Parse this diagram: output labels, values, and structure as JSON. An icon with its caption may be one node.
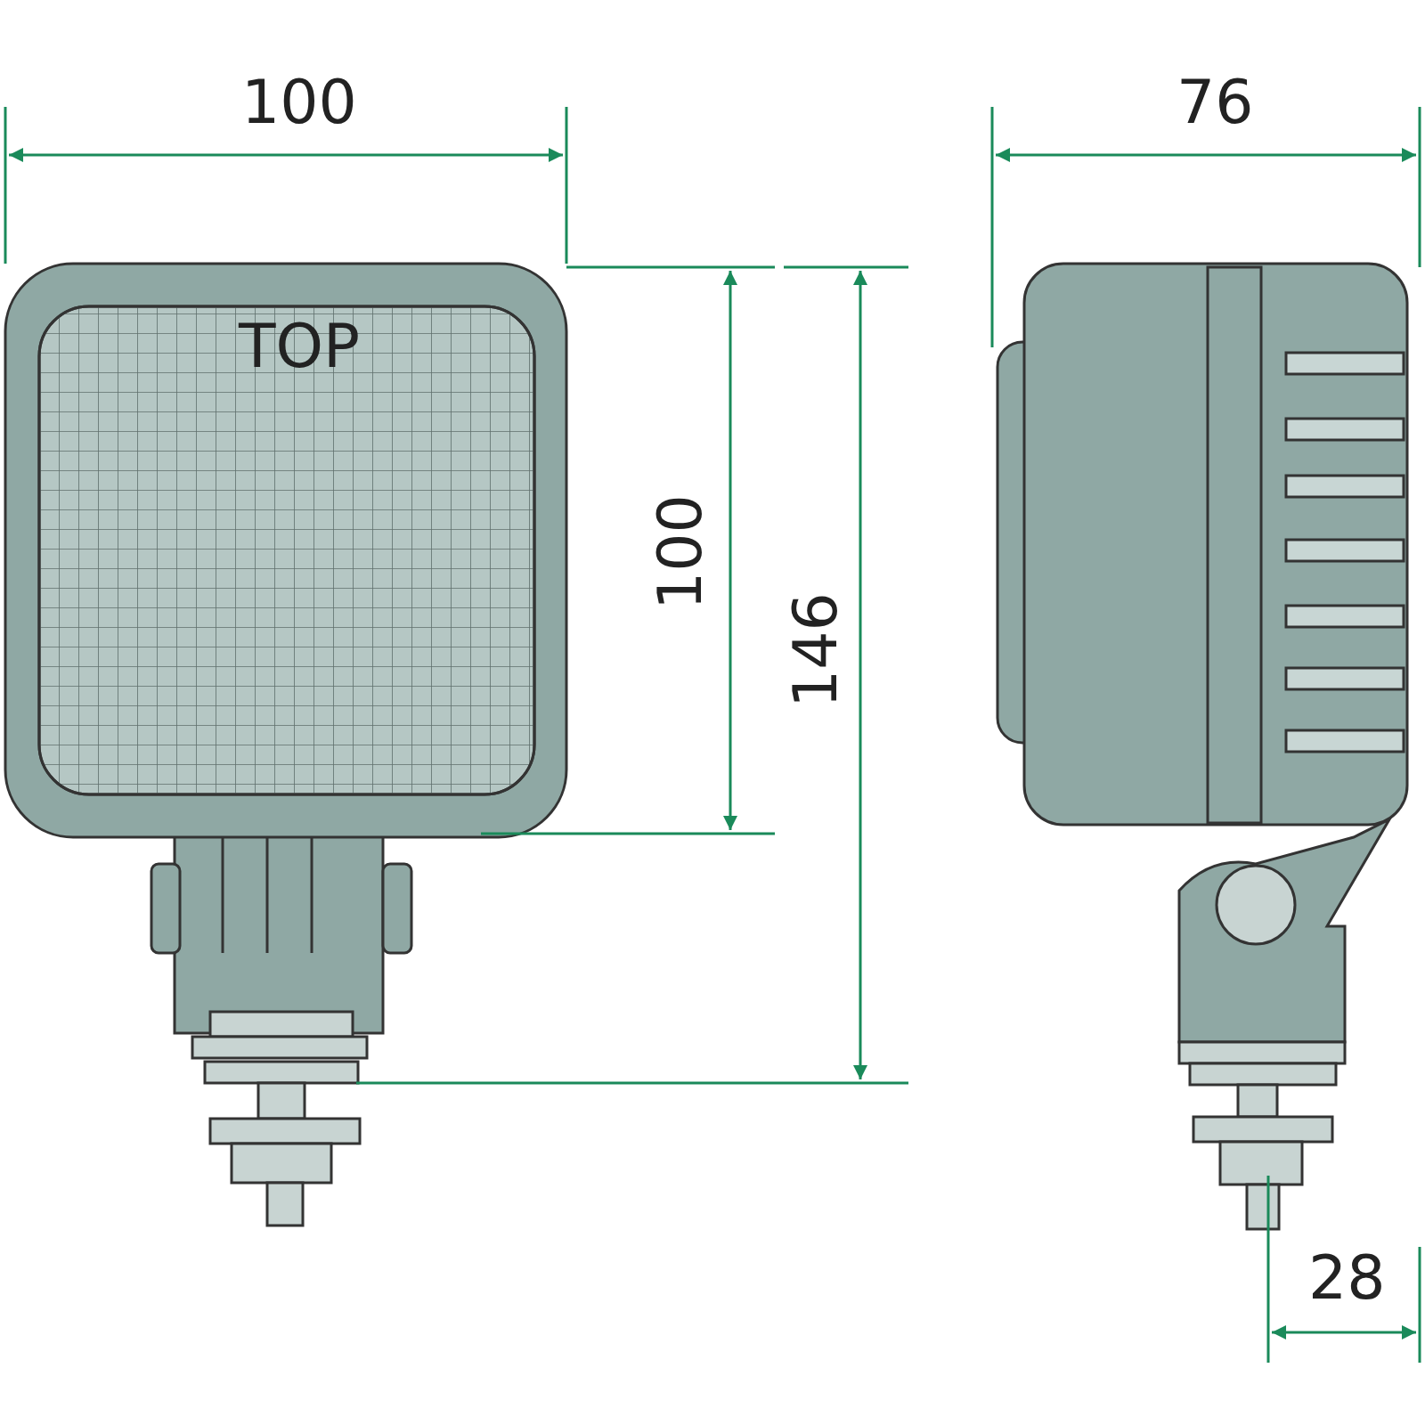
{
  "diagram": {
    "labels": [
      "100",
      "76",
      "TOP",
      "100",
      "146",
      "28"
    ]
  }
}
